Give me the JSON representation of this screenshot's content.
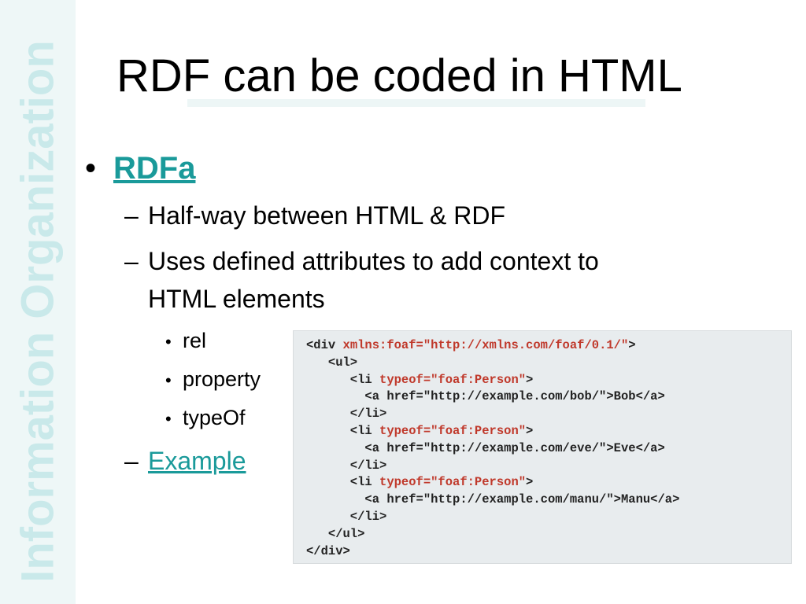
{
  "sidebar": {
    "text": "Information Organization"
  },
  "slide": {
    "title": "RDF can be coded in HTML",
    "bullet_symbol": "•",
    "dash_symbol": "–",
    "rdfa_link": "RDFa",
    "sub1": "Half-way between HTML & RDF",
    "sub2_line1": "Uses defined attributes to add context to",
    "sub2_line2": "HTML elements",
    "attrs": [
      "rel",
      "property",
      "typeOf"
    ],
    "example_link": "Example"
  },
  "code": {
    "lines": [
      {
        "pre": "<div ",
        "attr": "xmlns:foaf=\"http://xmlns.com/foaf/0.1/\"",
        "post": ">"
      },
      {
        "pre": "   <ul>",
        "attr": "",
        "post": ""
      },
      {
        "pre": "      <li ",
        "attr": "typeof=\"foaf:Person\"",
        "post": ">"
      },
      {
        "pre": "        <a href=\"http://example.com/bob/\">Bob</a>",
        "attr": "",
        "post": ""
      },
      {
        "pre": "      </li>",
        "attr": "",
        "post": ""
      },
      {
        "pre": "      <li ",
        "attr": "typeof=\"foaf:Person\"",
        "post": ">"
      },
      {
        "pre": "        <a href=\"http://example.com/eve/\">Eve</a>",
        "attr": "",
        "post": ""
      },
      {
        "pre": "      </li>",
        "attr": "",
        "post": ""
      },
      {
        "pre": "      <li ",
        "attr": "typeof=\"foaf:Person\"",
        "post": ">"
      },
      {
        "pre": "        <a href=\"http://example.com/manu/\">Manu</a>",
        "attr": "",
        "post": ""
      },
      {
        "pre": "      </li>",
        "attr": "",
        "post": ""
      },
      {
        "pre": "   </ul>",
        "attr": "",
        "post": ""
      },
      {
        "pre": "</div>",
        "attr": "",
        "post": ""
      }
    ]
  },
  "colors": {
    "link": "#1a9a9a",
    "attribute": "#c0392b",
    "sidebar_text": "#c9e9ea"
  }
}
